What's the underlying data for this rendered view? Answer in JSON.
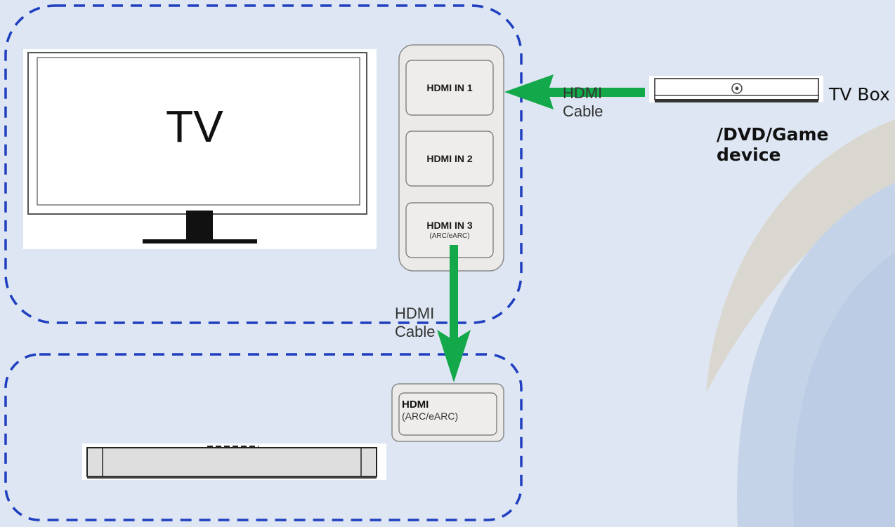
{
  "tv": {
    "label": "TV"
  },
  "ports": {
    "hdmi_in_1": "HDMI IN 1",
    "hdmi_in_2": "HDMI IN 2",
    "hdmi_in_3": "HDMI IN 3",
    "hdmi_in_3_sub": "(ARC/eARC)"
  },
  "cables": {
    "top_line1": "HDMI",
    "top_line2": "Cable",
    "bottom_line1": "HDMI",
    "bottom_line2": "Cable"
  },
  "source_device": {
    "line1": "TV Box",
    "line2": "/DVD/Game device"
  },
  "soundbar_port": {
    "main": "HDMI",
    "sub": "(ARC/eARC)"
  },
  "colors": {
    "background": "#dde6f2",
    "dashed_border": "#1f3fbf",
    "arrow": "#13a84a",
    "panel_fill": "#eceae8",
    "panel_stroke": "#8a8a8a"
  }
}
